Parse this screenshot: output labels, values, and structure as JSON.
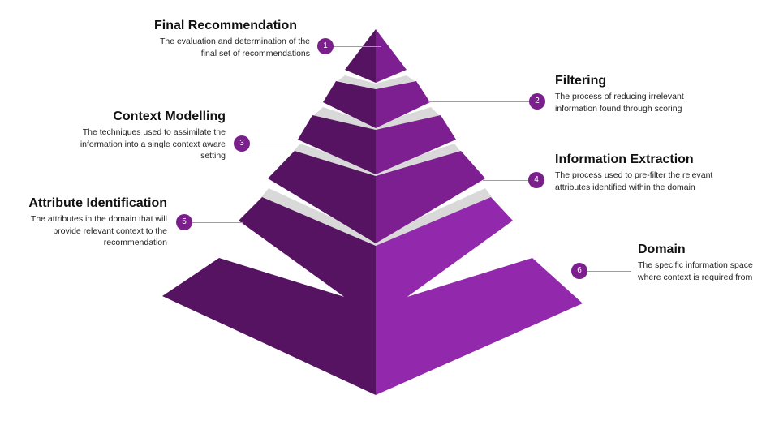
{
  "colors": {
    "left_face": "#561362",
    "right_face_upper": "#7e1f91",
    "right_face_lower": "#9229ad",
    "gap_band": "#d9d9d9",
    "badge": "#7a1f8c",
    "connector": "#9e9e9e"
  },
  "tiers": [
    {
      "number": "1",
      "title": "Final Recommendation",
      "description": [
        "The evaluation and determination of the",
        "final set of recommendations"
      ]
    },
    {
      "number": "2",
      "title": "Filtering",
      "description": [
        "The process of reducing  irrelevant",
        "information found through scoring"
      ]
    },
    {
      "number": "3",
      "title": "Context Modelling",
      "description": [
        "The techniques used to assimilate the",
        "information into a single context aware",
        "setting"
      ]
    },
    {
      "number": "4",
      "title": "Information Extraction",
      "description": [
        "The process used to pre-filter  the relevant",
        "attributes identified within the domain"
      ]
    },
    {
      "number": "5",
      "title": "Attribute Identification",
      "description": [
        "The attributes in the domain that will",
        "provide relevant context to the",
        "recommendation"
      ]
    },
    {
      "number": "6",
      "title": "Domain",
      "description": [
        "The specific information space",
        "where context is required from"
      ]
    }
  ]
}
